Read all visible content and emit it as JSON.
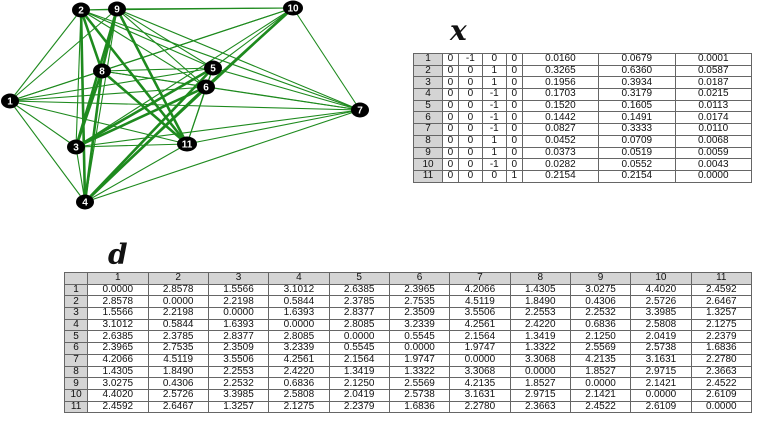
{
  "graph": {
    "edge_color": "#1e8a1e",
    "node_color": "#000000",
    "nodes": [
      "1",
      "2",
      "3",
      "4",
      "5",
      "6",
      "7",
      "8",
      "9",
      "10",
      "11"
    ],
    "edges": [
      [
        "1",
        "2"
      ],
      [
        "1",
        "9"
      ],
      [
        "1",
        "10"
      ],
      [
        "1",
        "8"
      ],
      [
        "1",
        "5"
      ],
      [
        "1",
        "6"
      ],
      [
        "1",
        "7"
      ],
      [
        "1",
        "3"
      ],
      [
        "1",
        "4"
      ],
      [
        "1",
        "11"
      ],
      [
        "2",
        "9"
      ],
      [
        "2",
        "10"
      ],
      [
        "2",
        "8"
      ],
      [
        "2",
        "5"
      ],
      [
        "2",
        "6"
      ],
      [
        "2",
        "7"
      ],
      [
        "2",
        "3"
      ],
      [
        "2",
        "4"
      ],
      [
        "2",
        "11"
      ],
      [
        "9",
        "10"
      ],
      [
        "9",
        "8"
      ],
      [
        "9",
        "5"
      ],
      [
        "9",
        "6"
      ],
      [
        "9",
        "7"
      ],
      [
        "9",
        "3"
      ],
      [
        "9",
        "4"
      ],
      [
        "9",
        "11"
      ],
      [
        "10",
        "8"
      ],
      [
        "10",
        "5"
      ],
      [
        "10",
        "6"
      ],
      [
        "10",
        "7"
      ],
      [
        "10",
        "3"
      ],
      [
        "10",
        "4"
      ],
      [
        "8",
        "5"
      ],
      [
        "8",
        "6"
      ],
      [
        "8",
        "7"
      ],
      [
        "8",
        "3"
      ],
      [
        "8",
        "4"
      ],
      [
        "8",
        "11"
      ],
      [
        "5",
        "6"
      ],
      [
        "5",
        "7"
      ],
      [
        "5",
        "3"
      ],
      [
        "5",
        "4"
      ],
      [
        "5",
        "11"
      ],
      [
        "6",
        "7"
      ],
      [
        "6",
        "3"
      ],
      [
        "6",
        "4"
      ],
      [
        "6",
        "11"
      ],
      [
        "7",
        "3"
      ],
      [
        "7",
        "4"
      ],
      [
        "7",
        "11"
      ],
      [
        "3",
        "4"
      ],
      [
        "3",
        "11"
      ],
      [
        "4",
        "11"
      ]
    ],
    "thick_edges": [
      [
        "2",
        "8"
      ],
      [
        "2",
        "4"
      ],
      [
        "9",
        "8"
      ],
      [
        "9",
        "3"
      ],
      [
        "9",
        "11"
      ],
      [
        "8",
        "4"
      ],
      [
        "8",
        "3"
      ],
      [
        "10",
        "6"
      ],
      [
        "6",
        "4"
      ],
      [
        "5",
        "4"
      ],
      [
        "3",
        "5"
      ],
      [
        "3",
        "6"
      ],
      [
        "2",
        "11"
      ],
      [
        "8",
        "11"
      ]
    ]
  },
  "x_symbol": "x",
  "d_symbol": "d",
  "x_table": {
    "rows": [
      {
        "i": "1",
        "c": [
          "0",
          "-1",
          "0",
          "0",
          "0.0160",
          "0.0679",
          "0.0001"
        ]
      },
      {
        "i": "2",
        "c": [
          "0",
          "0",
          "1",
          "0",
          "0.3265",
          "0.6360",
          "0.0587"
        ]
      },
      {
        "i": "3",
        "c": [
          "0",
          "0",
          "1",
          "0",
          "0.1956",
          "0.3934",
          "0.0187"
        ]
      },
      {
        "i": "4",
        "c": [
          "0",
          "0",
          "-1",
          "0",
          "0.1703",
          "0.3179",
          "0.0215"
        ]
      },
      {
        "i": "5",
        "c": [
          "0",
          "0",
          "-1",
          "0",
          "0.1520",
          "0.1605",
          "0.0113"
        ]
      },
      {
        "i": "6",
        "c": [
          "0",
          "0",
          "-1",
          "0",
          "0.1442",
          "0.1491",
          "0.0174"
        ]
      },
      {
        "i": "7",
        "c": [
          "0",
          "0",
          "-1",
          "0",
          "0.0827",
          "0.3333",
          "0.0110"
        ]
      },
      {
        "i": "8",
        "c": [
          "0",
          "0",
          "1",
          "0",
          "0.0452",
          "0.0709",
          "0.0068"
        ]
      },
      {
        "i": "9",
        "c": [
          "0",
          "0",
          "1",
          "0",
          "0.0373",
          "0.0519",
          "0.0059"
        ]
      },
      {
        "i": "10",
        "c": [
          "0",
          "0",
          "-1",
          "0",
          "0.0282",
          "0.0552",
          "0.0043"
        ]
      },
      {
        "i": "11",
        "c": [
          "0",
          "0",
          "0",
          "1",
          "0.2154",
          "0.2154",
          "0.0000"
        ]
      }
    ]
  },
  "d_table": {
    "headers": [
      "1",
      "2",
      "3",
      "4",
      "5",
      "6",
      "7",
      "8",
      "9",
      "10",
      "11"
    ],
    "rows": [
      {
        "i": "1",
        "c": [
          "0.0000",
          "2.8578",
          "1.5566",
          "3.1012",
          "2.6385",
          "2.3965",
          "4.2066",
          "1.4305",
          "3.0275",
          "4.4020",
          "2.4592"
        ]
      },
      {
        "i": "2",
        "c": [
          "2.8578",
          "0.0000",
          "2.2198",
          "0.5844",
          "2.3785",
          "2.7535",
          "4.5119",
          "1.8490",
          "0.4306",
          "2.5726",
          "2.6467"
        ]
      },
      {
        "i": "3",
        "c": [
          "1.5566",
          "2.2198",
          "0.0000",
          "1.6393",
          "2.8377",
          "2.3509",
          "3.5506",
          "2.2553",
          "2.2532",
          "3.3985",
          "1.3257"
        ]
      },
      {
        "i": "4",
        "c": [
          "3.1012",
          "0.5844",
          "1.6393",
          "0.0000",
          "2.8085",
          "3.2339",
          "4.2561",
          "2.4220",
          "0.6836",
          "2.5808",
          "2.1275"
        ]
      },
      {
        "i": "5",
        "c": [
          "2.6385",
          "2.3785",
          "2.8377",
          "2.8085",
          "0.0000",
          "0.5545",
          "2.1564",
          "1.3419",
          "2.1250",
          "2.0419",
          "2.2379"
        ]
      },
      {
        "i": "6",
        "c": [
          "2.3965",
          "2.7535",
          "2.3509",
          "3.2339",
          "0.5545",
          "0.0000",
          "1.9747",
          "1.3322",
          "2.5569",
          "2.5738",
          "1.6836"
        ]
      },
      {
        "i": "7",
        "c": [
          "4.2066",
          "4.5119",
          "3.5506",
          "4.2561",
          "2.1564",
          "1.9747",
          "0.0000",
          "3.3068",
          "4.2135",
          "3.1631",
          "2.2780"
        ]
      },
      {
        "i": "8",
        "c": [
          "1.4305",
          "1.8490",
          "2.2553",
          "2.4220",
          "1.3419",
          "1.3322",
          "3.3068",
          "0.0000",
          "1.8527",
          "2.9715",
          "2.3663"
        ]
      },
      {
        "i": "9",
        "c": [
          "3.0275",
          "0.4306",
          "2.2532",
          "0.6836",
          "2.1250",
          "2.5569",
          "4.2135",
          "1.8527",
          "0.0000",
          "2.1421",
          "2.4522"
        ]
      },
      {
        "i": "10",
        "c": [
          "4.4020",
          "2.5726",
          "3.3985",
          "2.5808",
          "2.0419",
          "2.5738",
          "3.1631",
          "2.9715",
          "2.1421",
          "0.0000",
          "2.6109"
        ]
      },
      {
        "i": "11",
        "c": [
          "2.4592",
          "2.6467",
          "1.3257",
          "2.1275",
          "2.2379",
          "1.6836",
          "2.2780",
          "2.3663",
          "2.4522",
          "2.6109",
          "0.0000"
        ]
      }
    ]
  }
}
